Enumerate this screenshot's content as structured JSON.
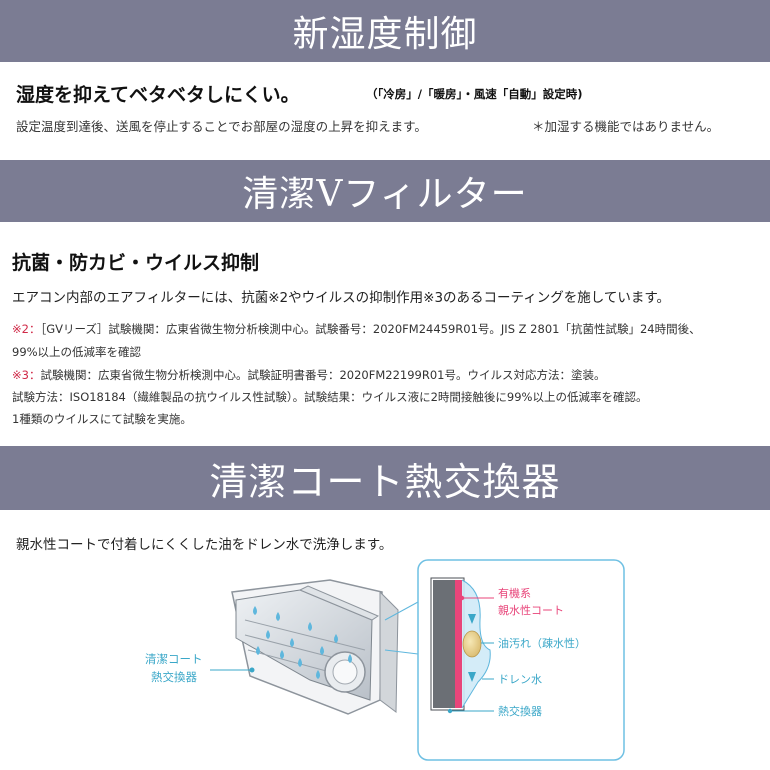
{
  "section1": {
    "banner": "新湿度制御",
    "heading": "湿度を抑えてベタベタしにくい。",
    "heading_note": "（「冷房」/「暖房」・風速「自動」設定時)",
    "desc": "設定温度到達後、送風を停止することでお部屋の湿度の上昇を抑えます。",
    "desc_note": "＊加湿する機能ではありません。"
  },
  "section2": {
    "banner": "清潔Vフィルター",
    "heading": "抗菌・防カビ・ウイルス抑制",
    "desc": "エアコン内部のエアフィルターには、抗菌※2やウイルスの抑制作用※3のあるコーティングを施しています。",
    "fn2_mark": "※2：",
    "fn2_line1": "［GVリーズ］試験機関：広東省微生物分析検測中心。試験番号：2020FM24459R01号。JIS Z 2801「抗菌性試験」24時間後、",
    "fn2_line2": "99%以上の低減率を確認",
    "fn3_mark": "※3：",
    "fn3_line1": "試験機関：広東省微生物分析検測中心。試験証明書番号：2020FM22199R01号。ウイルス対応方法：塗装。",
    "fn3_line2": "試験方法：ISO18184（繊維製品の抗ウイルス性試験）。試験結果：ウイルス液に2時間接触後に99%以上の低減率を確認。",
    "fn3_line3": "1種類のウイルスにて試験を実施。"
  },
  "section3": {
    "banner": "清潔コート熱交換器",
    "desc": "親水性コートで付着しにくくした油をドレン水で洗浄します。",
    "diagram": {
      "left_label_line1": "清潔コート",
      "left_label_line2": "熱交換器",
      "label_organic": "有機系",
      "label_hydrophilic": "親水性コート",
      "label_oil": "油汚れ（疎水性）",
      "label_drain": "ドレン水",
      "label_exchanger": "熱交換器"
    }
  },
  "colors": {
    "banner_bg": "#7b7c93",
    "accent_pink": "#e8457a",
    "accent_blue": "#3aa7c8",
    "footnote_red": "#d02a48"
  }
}
